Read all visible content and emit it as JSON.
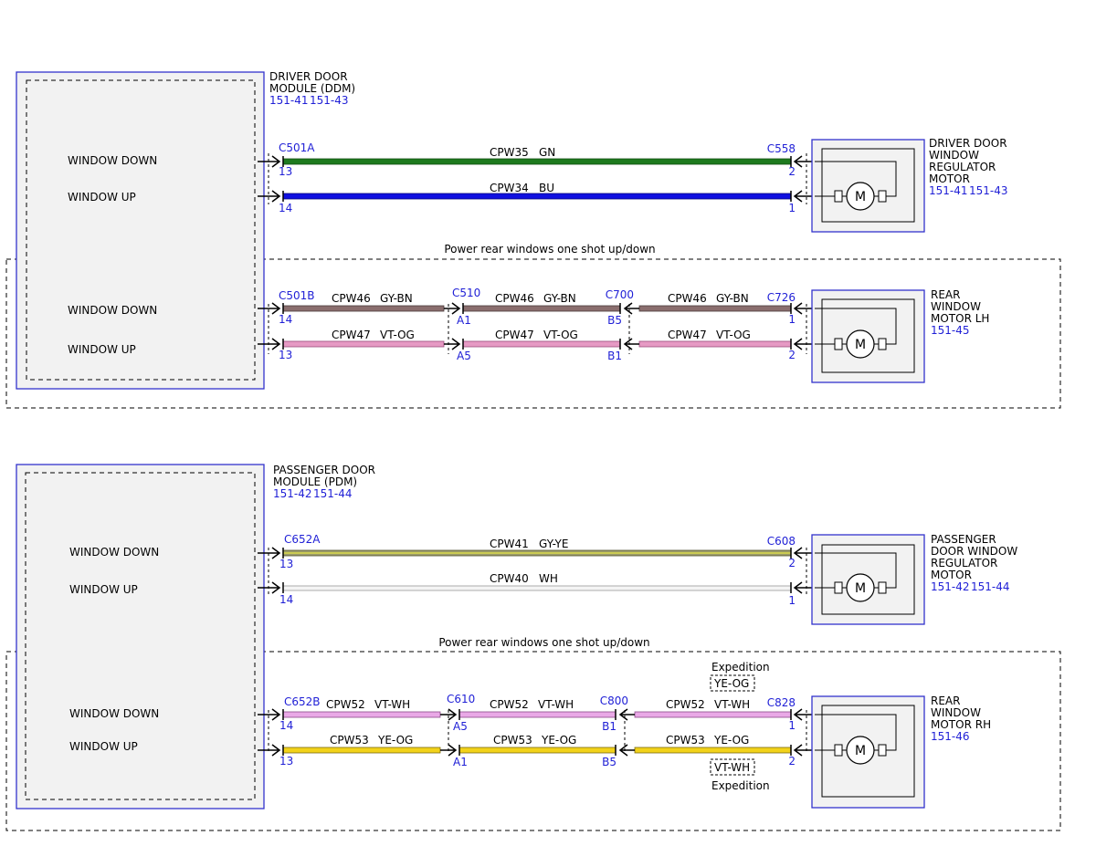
{
  "colors": {
    "module_border": "#3333cc",
    "module_fill": "#f2f2f2",
    "ref_text": "#1f1fd6",
    "GN": "#1e7a1e",
    "BU": "#1010e0",
    "GY-BN": "#8a6e6e",
    "VT-OG": "#e69ac4",
    "GY-YE": "#9e9e6a",
    "WH": "#e6e6e6",
    "VT-WH": "#e9a8e6",
    "YE-OG": "#f2d21a"
  },
  "section1": {
    "module": {
      "name_line1": "DRIVER DOOR",
      "name_line2": "MODULE (DDM)",
      "ref1": "151-41",
      "ref2": "151-43",
      "pin_down_label": "WINDOW DOWN",
      "pin_up_label": "WINDOW UP"
    },
    "note": "Power rear windows one shot up/down",
    "front_wires": {
      "start_connector": "C501A",
      "end_connector": "C558",
      "top": {
        "circuit": "CPW35",
        "color": "GN",
        "start_pin": "13",
        "end_pin": "2"
      },
      "bottom": {
        "circuit": "CPW34",
        "color": "BU",
        "start_pin": "14",
        "end_pin": "1"
      }
    },
    "front_motor": {
      "line1": "DRIVER DOOR",
      "line2": "WINDOW",
      "line3": "REGULATOR",
      "line4": "MOTOR",
      "ref1": "151-41",
      "ref2": "151-43",
      "symbol": "M"
    },
    "rear_wires": {
      "start_connector": "C501B",
      "start_pins": [
        "14",
        "13"
      ],
      "inline1": {
        "name": "C510",
        "pins": [
          "A1",
          "A5"
        ]
      },
      "inline2": {
        "name": "C700",
        "pins": [
          "B5",
          "B1"
        ]
      },
      "end_connector": "C726",
      "end_pins": [
        "1",
        "2"
      ],
      "top": {
        "circuit": "CPW46",
        "color": "GY-BN"
      },
      "bottom": {
        "circuit": "CPW47",
        "color": "VT-OG"
      }
    },
    "rear_motor": {
      "line1": "REAR",
      "line2": "WINDOW",
      "line3": "MOTOR LH",
      "ref1": "151-45",
      "symbol": "M"
    }
  },
  "section2": {
    "module": {
      "name_line1": "PASSENGER DOOR",
      "name_line2": "MODULE (PDM)",
      "ref1": "151-42",
      "ref2": "151-44",
      "pin_down_label": "WINDOW DOWN",
      "pin_up_label": "WINDOW UP"
    },
    "note": "Power rear windows one shot up/down",
    "front_wires": {
      "start_connector": "C652A",
      "end_connector": "C608",
      "top": {
        "circuit": "CPW41",
        "color": "GY-YE",
        "start_pin": "13",
        "end_pin": "2"
      },
      "bottom": {
        "circuit": "CPW40",
        "color": "WH",
        "start_pin": "14",
        "end_pin": "1"
      }
    },
    "front_motor": {
      "line1": "PASSENGER",
      "line2": "DOOR WINDOW",
      "line3": "REGULATOR",
      "line4": "MOTOR",
      "ref1": "151-42",
      "ref2": "151-44",
      "symbol": "M"
    },
    "rear_wires": {
      "start_connector": "C652B",
      "start_pins": [
        "14",
        "13"
      ],
      "inline1": {
        "name": "C610",
        "pins": [
          "A5",
          "A1"
        ]
      },
      "inline2": {
        "name": "C800",
        "pins": [
          "B1",
          "B5"
        ]
      },
      "end_connector": "C828",
      "end_pins": [
        "1",
        "2"
      ],
      "top": {
        "circuit": "CPW52",
        "color": "VT-WH"
      },
      "bottom": {
        "circuit": "CPW53",
        "color": "YE-OG"
      }
    },
    "expedition_notes": {
      "top_label": "Expedition",
      "top_color": "YE-OG",
      "bottom_color": "VT-WH",
      "bottom_label": "Expedition"
    },
    "rear_motor": {
      "line1": "REAR",
      "line2": "WINDOW",
      "line3": "MOTOR RH",
      "ref1": "151-46",
      "symbol": "M"
    }
  }
}
